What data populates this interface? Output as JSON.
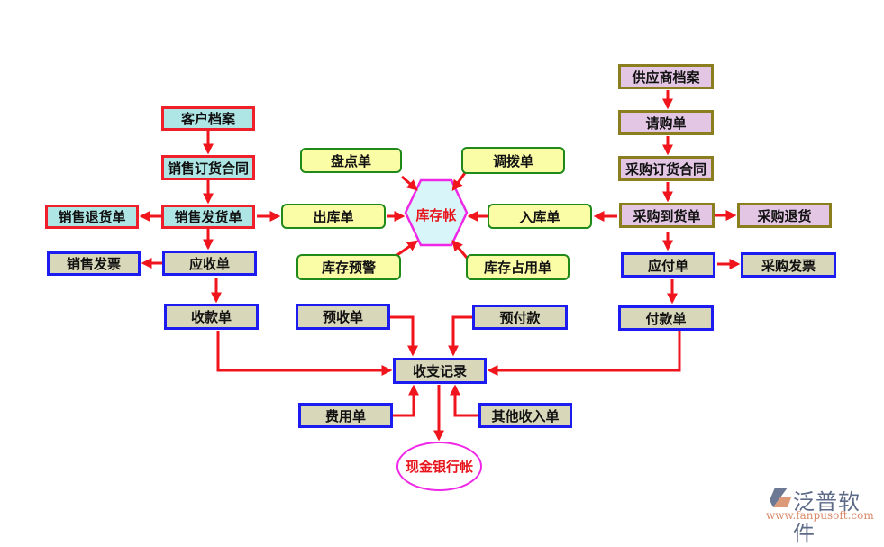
{
  "sales": {
    "customer_file": "客户档案",
    "sales_contract": "销售订货合同",
    "sales_delivery": "销售发货单",
    "sales_return": "销售退货单",
    "sales_invoice": "销售发票",
    "receivable": "应收单",
    "receipt": "收款单"
  },
  "inventory": {
    "stocktake": "盘点单",
    "transfer": "调拨单",
    "outbound": "出库单",
    "inbound": "入库单",
    "stock_warning": "库存预警",
    "stock_occupancy": "库存占用单",
    "ledger": "库存帐"
  },
  "purchase": {
    "supplier_file": "供应商档案",
    "requisition": "请购单",
    "purchase_contract": "采购订货合同",
    "purchase_arrival": "采购到货单",
    "purchase_return": "采购退货",
    "payable": "应付单",
    "purchase_invoice": "采购发票",
    "payment": "付款单"
  },
  "finance": {
    "advance_receipt": "预收单",
    "advance_payment": "预付款",
    "cash_record": "收支记录",
    "expense": "费用单",
    "other_income": "其他收入单",
    "cash_bank_ledger": "现金银行帐"
  },
  "logo": {
    "name": "泛普软件",
    "url": "www.fanpusoft.com"
  },
  "colors": {
    "arrow": "#f0141c",
    "cyan_fill": "#aee6e6",
    "purple_fill": "#e2c6e4",
    "tan_fill": "#d9d7b9",
    "yellow_fill": "#fbfca6",
    "hex_fill": "#d8f6fa",
    "hex_border": "#ee28e6"
  }
}
